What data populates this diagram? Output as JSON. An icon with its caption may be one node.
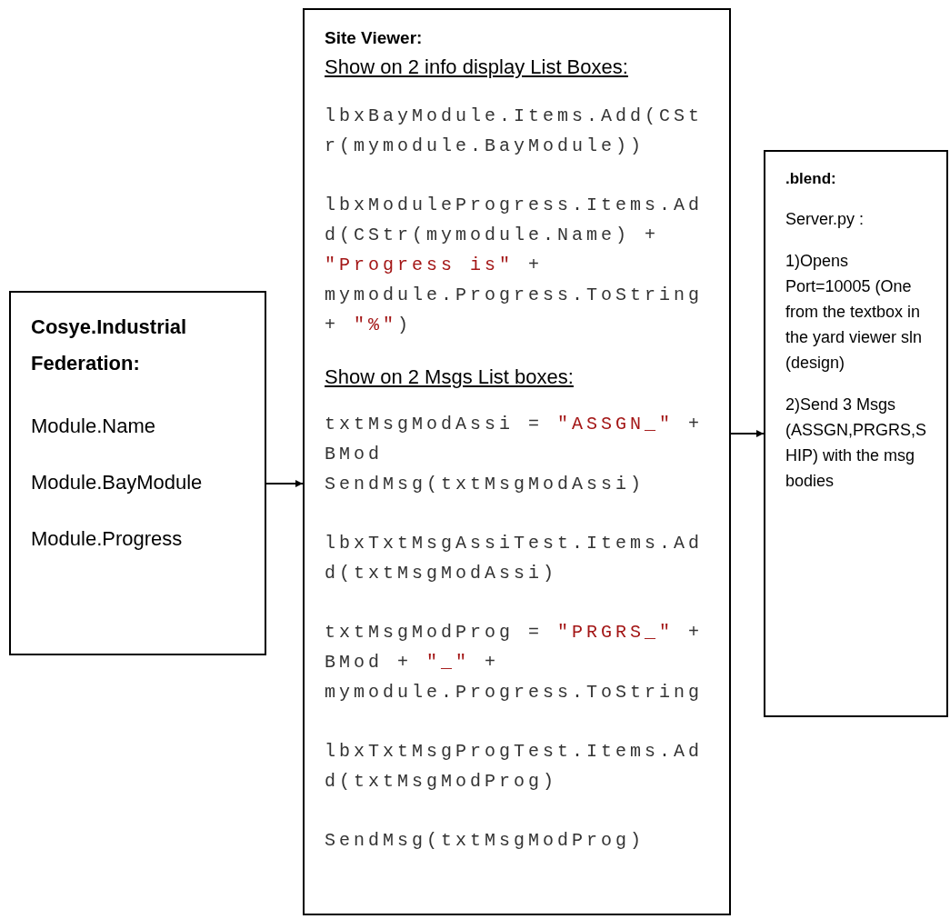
{
  "diagram": {
    "nodes": [
      {
        "text": [
          "Cosye.Industrial Federation:",
          "Module.Name",
          "Module.BayModule",
          "Module.Progress"
        ]
      },
      {
        "text": [
          "Site Viewer:",
          "Show on 2 info display List Boxes:",
          "lbxBayModule.Items.Add(CStr(mymodule.BayModule))",
          "lbxModuleProgress.Items.Add(CStr(mymodule.Name) + \"Progress is\" + mymodule.Progress.ToString + \"%\")",
          "Show on 2 Msgs List boxes:",
          "txtMsgModAssi = \"ASSGN_\" + BMod",
          "SendMsg(txtMsgModAssi)",
          "lbxTxtMsgAssiTest.Items.Add(txtMsgModAssi)",
          "txtMsgModProg = \"PRGRS_\" + BMod + \"_\" + mymodule.Progress.ToString",
          "lbxTxtMsgProgTest.Items.Add(txtMsgModProg)",
          "SendMsg(txtMsgModProg)"
        ]
      },
      {
        "text": [
          ".blend:",
          "Server.py :",
          "1)Opens Port=10005 (One from the textbox in the yard viewer sln (design)",
          "2)Send 3 Msgs (ASSGN,PRGRS,SHIP) with the msg bodies"
        ]
      }
    ],
    "edges": [
      {
        "from": 0,
        "to": 1,
        "arrow": "to"
      },
      {
        "from": 1,
        "to": 2,
        "arrow": "to"
      }
    ]
  }
}
